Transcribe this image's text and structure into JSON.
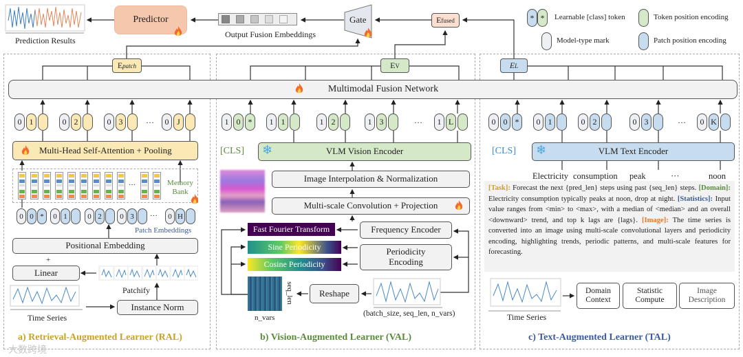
{
  "top": {
    "prediction_results": "Prediction Results",
    "predictor": "Predictor",
    "output_fusion": "Output Fusion Embeddings",
    "gate": "Gate",
    "e_fused": "fused",
    "e_fused_base": "E"
  },
  "legend": {
    "class_token": "Learnable [class] token",
    "class_symbol": "*",
    "token_pos": "Token position encoding",
    "model_type": "Model-type mark",
    "patch_pos": "Patch position encoding"
  },
  "fusion": {
    "label": "Multimodal Fusion Network",
    "e_patch": "patch",
    "e_v": "V",
    "e_l": "L",
    "e_base": "E"
  },
  "ral": {
    "title": "a) Retrieval-Augmented Learner (RAL)",
    "tokens": [
      [
        "0",
        "1",
        ""
      ],
      [
        "0",
        "2",
        ""
      ],
      [
        "0",
        "3",
        ""
      ],
      [
        "0",
        "J",
        ""
      ]
    ],
    "dots": "···",
    "mhsa": "Multi-Head Self-Attention + Pooling",
    "memory_bank": "Memory Bank",
    "patch_tokens": [
      [
        "0",
        "0",
        "*"
      ],
      [
        "0",
        "1",
        ""
      ],
      [
        "0",
        "2",
        ""
      ],
      [
        "0",
        "3",
        ""
      ],
      [
        "0",
        "H",
        ""
      ]
    ],
    "patch_embeddings": "Patch Embeddings",
    "positional_embedding": "Positional Embedding",
    "plus": "+",
    "linear": "Linear",
    "patchify": "Patchify",
    "instance_norm": "Instance Norm",
    "time_series": "Time Series"
  },
  "val": {
    "title": "b) Vision-Augmented Learner (VAL)",
    "tokens": [
      [
        "1",
        "0",
        "*"
      ],
      [
        "1",
        "1",
        ""
      ],
      [
        "1",
        "2",
        ""
      ],
      [
        "1",
        "3",
        ""
      ],
      [
        "1",
        "L",
        ""
      ]
    ],
    "dots": "···",
    "cls": "[CLS]",
    "encoder": "VLM Vision Encoder",
    "interp": "Image Interpolation & Normalization",
    "conv": "Multi-scale Convolution + Projection",
    "fft": "Fast Fourier Transform",
    "sine": "Sine Periodicity",
    "cosine": "Cosine Periodicity",
    "freq_encoder": "Frequency Encoder",
    "periodicity": "Periodicity Encoding",
    "reshape": "Reshape",
    "seq_len": "seq_len",
    "n_vars": "n_vars",
    "shape": "(batch_size, seq_len, n_vars)"
  },
  "tal": {
    "title": "c) Text-Augmented Learner (TAL)",
    "tokens": [
      [
        "0",
        "0",
        "*"
      ],
      [
        "0",
        "1",
        ""
      ],
      [
        "0",
        "2",
        ""
      ],
      [
        "0",
        "3",
        ""
      ],
      [
        "0",
        "K",
        ""
      ]
    ],
    "dots": "···",
    "cls": "[CLS]",
    "encoder": "VLM Text Encoder",
    "words": [
      "Electricity",
      "consumption",
      "peak",
      "···",
      "noon"
    ],
    "prompt": {
      "task_tag": "[Task]:",
      "task": " Forecast the next {pred_len} steps using past {seq_len} steps. ",
      "domain_tag": "[Domain]:",
      "domain": " Electricity consumption typically peaks at noon, drop at night. ",
      "stats_tag": "[Statistics]:",
      "stats": " Input value ranges from <min> to <max>, with a median of <median> and an overall <downward> trend, and top k lags are {lags}. ",
      "image_tag": "[Image]:",
      "image": " The time series is converted into an image using multi-scale convolutional layers and periodicity encoding, highlighting trends, periodic patterns, and multi-scale features for forecasting."
    },
    "domain_context": "Domain Context",
    "statistic_compute": "Statistic Compute",
    "image_description": "Image Description",
    "time_series": "Time Series"
  },
  "watermark": "大数跨境",
  "colors": {
    "ral": "#c9a227",
    "val": "#5a8a3c",
    "tal": "#3a5a9a",
    "predictor": "#f5c8ad",
    "yellow": "#fbe9b5",
    "green": "#d5e8c8",
    "blue": "#c7dcee",
    "mark": "#eef0f3"
  }
}
